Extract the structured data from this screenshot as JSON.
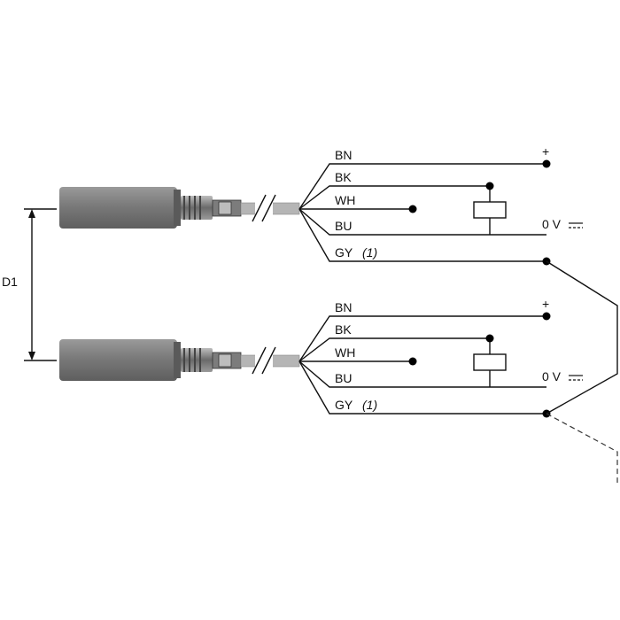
{
  "distance_label": "D1",
  "sensors": [
    {
      "wires": [
        {
          "code": "BN",
          "note": ""
        },
        {
          "code": "BK",
          "note": ""
        },
        {
          "code": "WH",
          "note": ""
        },
        {
          "code": "BU",
          "note": ""
        },
        {
          "code": "GY",
          "note": "(1)"
        }
      ],
      "plus_label": "+",
      "zero_v_label": "0 V"
    },
    {
      "wires": [
        {
          "code": "BN",
          "note": ""
        },
        {
          "code": "BK",
          "note": ""
        },
        {
          "code": "WH",
          "note": ""
        },
        {
          "code": "BU",
          "note": ""
        },
        {
          "code": "GY",
          "note": "(1)"
        }
      ],
      "plus_label": "+",
      "zero_v_label": "0 V"
    }
  ],
  "colors": {
    "sensor_body": "#7a7a7a",
    "cable": "#b5b5b5",
    "wire": "#111111"
  }
}
